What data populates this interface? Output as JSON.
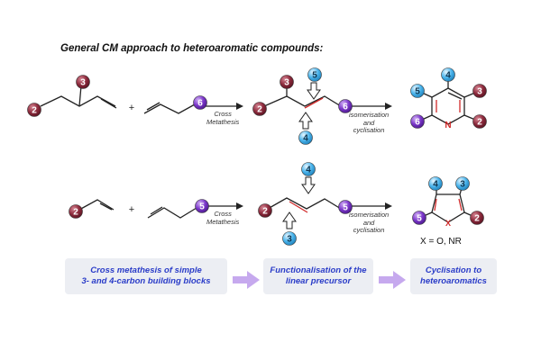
{
  "title": "General CM approach to heteroaromatic compounds:",
  "row1": {
    "reagent_a_groups": [
      "2",
      "3"
    ],
    "reagent_b_groups": [
      "6"
    ],
    "plus": "+",
    "cm_label": [
      "Cross",
      "Metathesis"
    ],
    "product_groups": [
      "2",
      "3",
      "5",
      "6",
      "4"
    ],
    "cyc_label": [
      "isomerisation",
      "and",
      "cyclisation"
    ],
    "ring_atom": "N",
    "ring_groups": [
      "4",
      "5",
      "3",
      "6",
      "2"
    ]
  },
  "row2": {
    "reagent_a_groups": [
      "2"
    ],
    "reagent_b_groups": [
      "5"
    ],
    "plus": "+",
    "cm_label": [
      "Cross",
      "Metathesis"
    ],
    "product_groups": [
      "4",
      "2",
      "5",
      "3"
    ],
    "cyc_label": [
      "isomerisation",
      "and",
      "cyclisation"
    ],
    "ring_atom": "X",
    "ring_groups": [
      "4",
      "3",
      "5",
      "2"
    ],
    "x_note": "X = O, NR"
  },
  "stages": [
    [
      "Cross metathesis of simple",
      "3- and 4-carbon building blocks"
    ],
    [
      "Functionalisation of the",
      "linear precursor"
    ],
    [
      "Cyclisation to",
      "heteroaromatics"
    ]
  ],
  "colors": {
    "maroon": "#8c2a3c",
    "purple": "#7a36c9",
    "blue": "#4ab4ec",
    "red_bond": "#d12a2a",
    "stage_text": "#2a3cc8",
    "stage_arrow": "#c6a9ee"
  }
}
